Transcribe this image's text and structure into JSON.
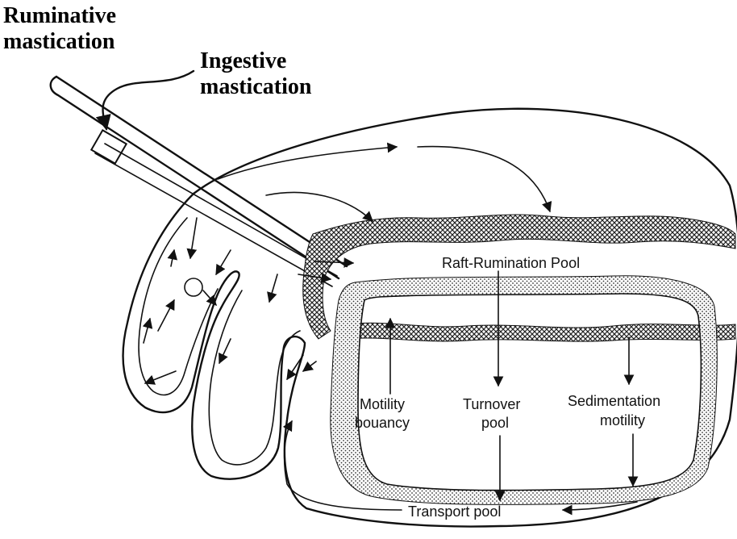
{
  "labels": {
    "ruminative": "Ruminative\nmastication",
    "ingestive": "Ingestive\nmastication",
    "raft_pool": "Raft-Rumination Pool",
    "motility_1": "Motility",
    "motility_2": "bouancy",
    "turnover_1": "Turnover",
    "turnover_2": "pool",
    "sedimentation_1": "Sedimentation",
    "sedimentation_2": "motility",
    "transport": "Transport pool"
  },
  "colors": {
    "ink": "#111111",
    "background": "#ffffff",
    "hatch": "#222222"
  }
}
